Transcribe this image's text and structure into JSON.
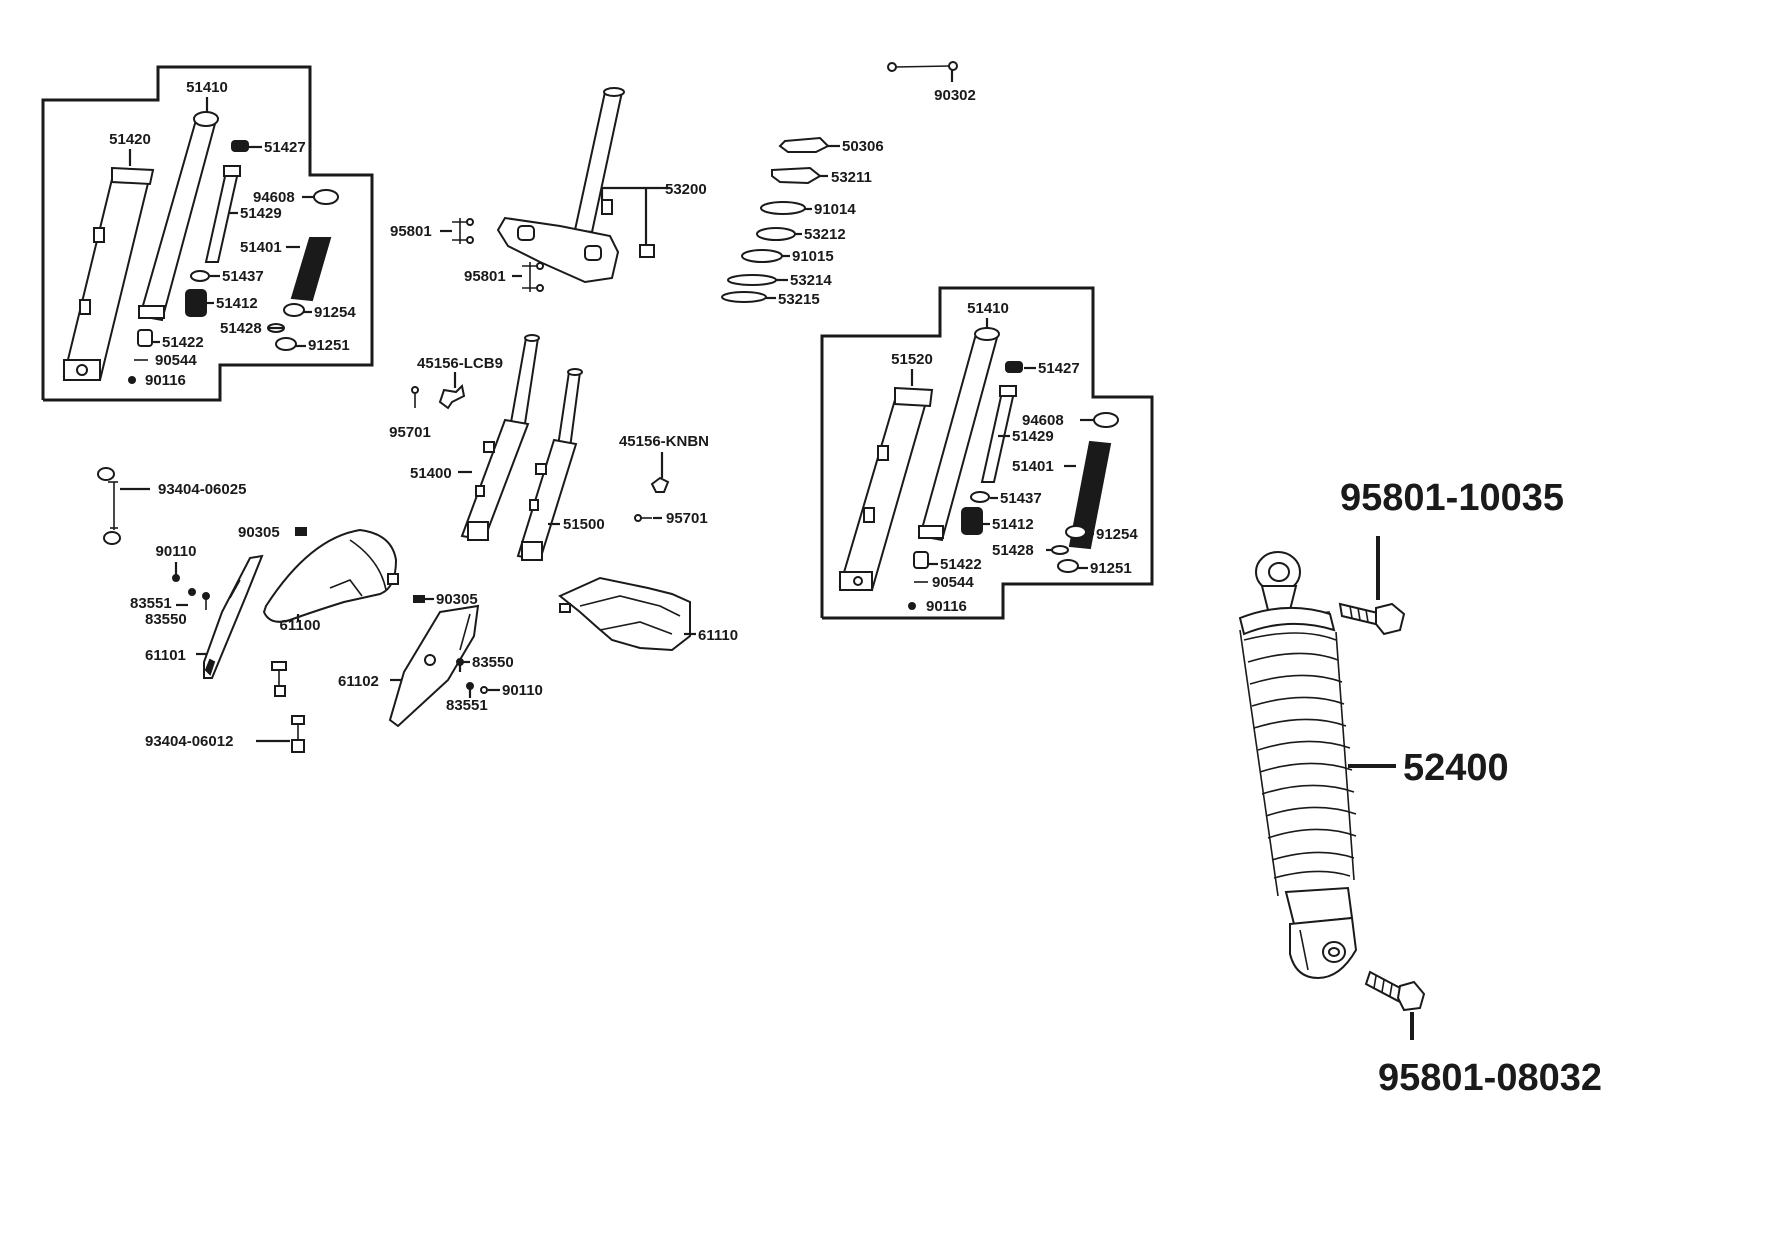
{
  "labels": {
    "p51410a": "51410",
    "p51420a": "51420",
    "p51427a": "51427",
    "p94608a": "94608",
    "p51429a": "51429",
    "p51401a": "51401",
    "p51437a": "51437",
    "p51412a": "51412",
    "p91254a": "91254",
    "p51428a": "51428",
    "p91251a": "91251",
    "p51422a": "51422",
    "p90544a": "90544",
    "p90116a": "90116",
    "p90302": "90302",
    "p50306": "50306",
    "p53211": "53211",
    "p91014": "91014",
    "p53212": "53212",
    "p91015": "91015",
    "p53214": "53214",
    "p53215": "53215",
    "p53200": "53200",
    "p95801a": "95801",
    "p95801b": "95801",
    "p45156lcb9": "45156-LCB9",
    "p95701a": "95701",
    "p51400": "51400",
    "p51500": "51500",
    "p45156knbn": "45156-KNBN",
    "p95701b": "95701",
    "p9340406025": "93404-06025",
    "p90305a": "90305",
    "p90110a": "90110",
    "p83551a": "83551",
    "p83550a": "83550",
    "p61101": "61101",
    "p61100": "61100",
    "p90305b": "90305",
    "p61102": "61102",
    "p83550b": "83550",
    "p90110b": "90110",
    "p83551b": "83551",
    "p9340406012": "93404-06012",
    "p61110": "61110",
    "p51410b": "51410",
    "p51520b": "51520",
    "p51427b": "51427",
    "p94608b": "94608",
    "p51429b": "51429",
    "p51401b": "51401",
    "p51437b": "51437",
    "p51412b": "51412",
    "p91254b": "91254",
    "p51428b": "51428",
    "p91251b": "91251",
    "p51422b": "51422",
    "p90544b": "90544",
    "p90116b": "90116",
    "p9580110035": "95801-10035",
    "p52400": "52400",
    "p9580108032": "95801-08032"
  }
}
